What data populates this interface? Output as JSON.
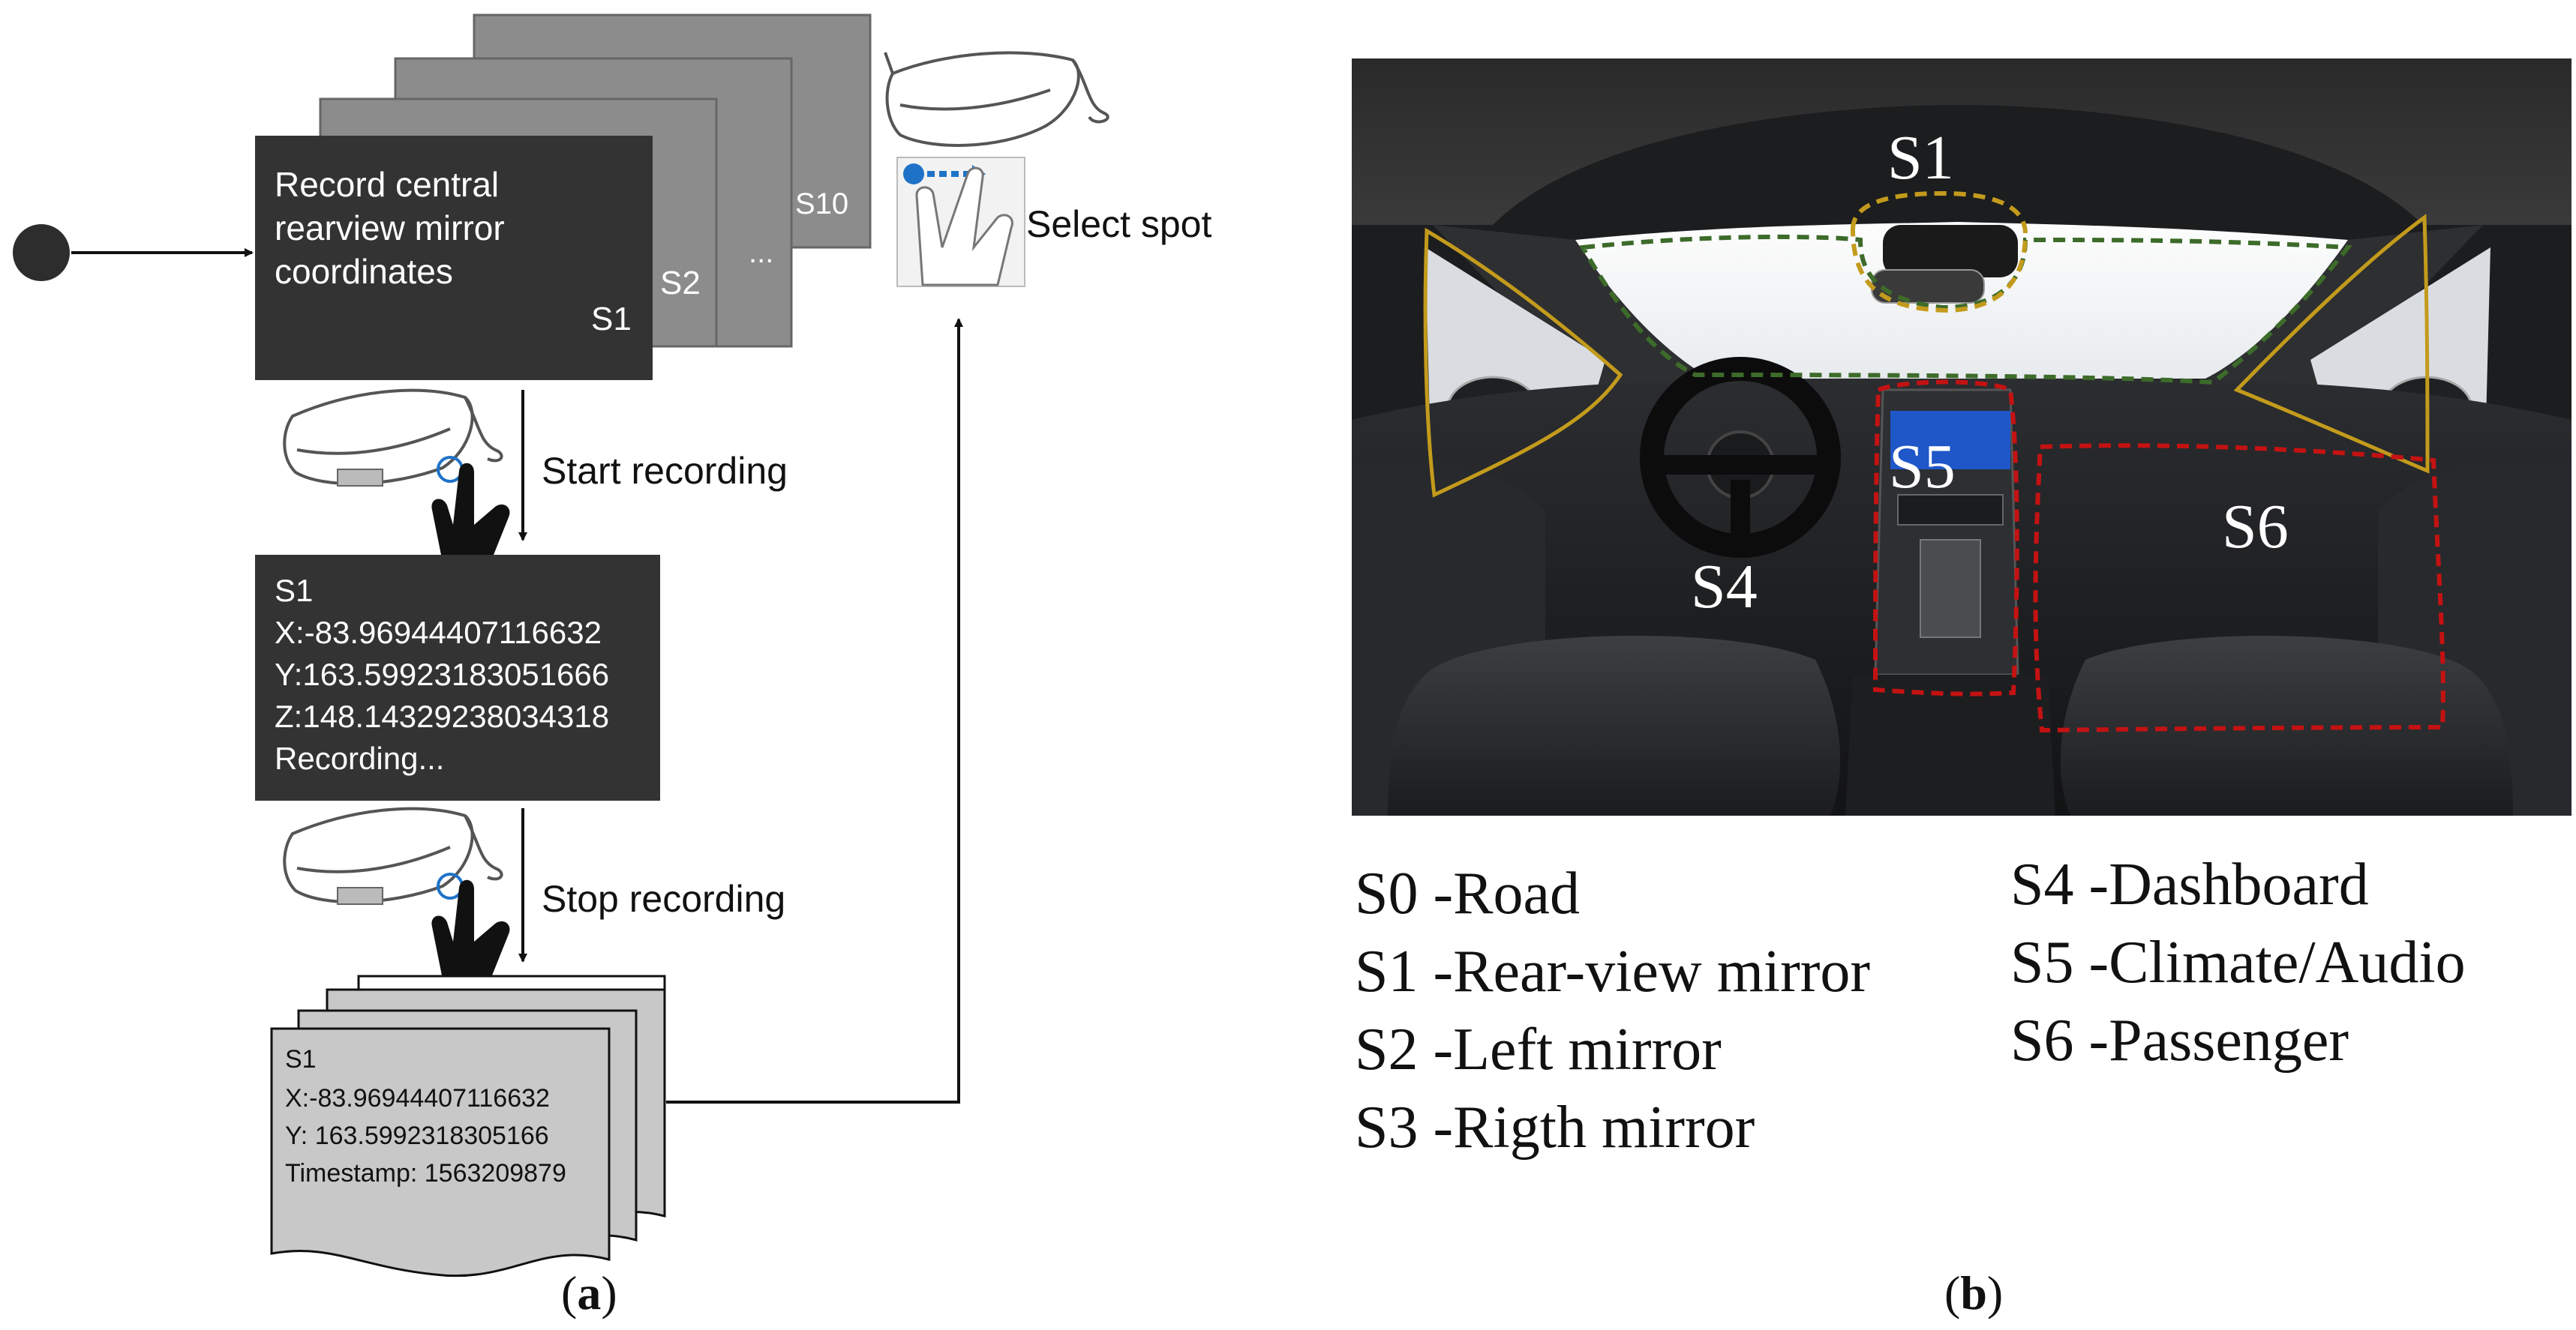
{
  "panel_a": {
    "screens": {
      "front_text": [
        "Record central",
        "rearview mirror",
        "coordinates"
      ],
      "front_tag": "S1",
      "back1_tag": "S2",
      "back2_tag": "...",
      "back3_tag": "S10"
    },
    "select_label": "Select spot",
    "start_label": "Start recording",
    "stop_label": "Stop recording",
    "recording_screen": {
      "lines": [
        "S1",
        "X:-83.96944407116632",
        "Y:163.59923183051666",
        "Z:148.14329238034318",
        "Recording..."
      ]
    },
    "document": {
      "lines": [
        "S1",
        "X:-83.96944407116632",
        "Y: 163.5992318305166",
        "Timestamp: 1563209879"
      ]
    },
    "caption_open": "(",
    "caption_letter": "a",
    "caption_close": ")"
  },
  "panel_b": {
    "spot_labels": {
      "s1": "S1",
      "s4": "S4",
      "s5": "S5",
      "s6": "S6"
    },
    "legend_left": [
      "S0 -Road",
      "S1 -Rear-view mirror",
      "S2 -Left mirror",
      "S3 -Rigth mirror"
    ],
    "legend_right": [
      "S4 -Dashboard",
      "S5 -Climate/Audio",
      "S6 -Passenger"
    ],
    "caption_open": "(",
    "caption_letter": "b",
    "caption_close": ")"
  },
  "colors": {
    "screen_dark": "#333333",
    "screen_grey": "#8c8c8c",
    "rear_mirror_outline": "#c39b1c",
    "windshield_outline": "#3d6b2a",
    "red_outline": "#c41212",
    "s5_highlight": "#1e5bd8"
  },
  "icons": [
    "smart-glasses-icon",
    "tap-gesture-icon",
    "swipe-gesture-icon"
  ]
}
